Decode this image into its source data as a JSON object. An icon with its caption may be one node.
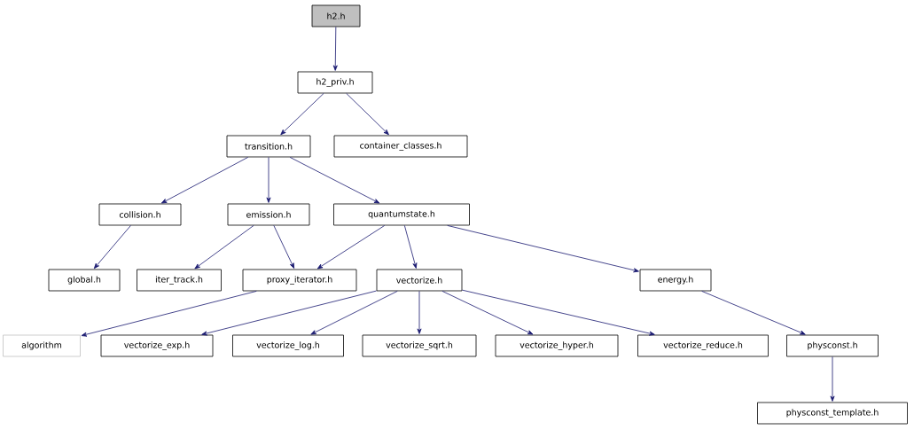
{
  "diagram": {
    "nodes": [
      {
        "text": [
          "h2.h"
        ]
      },
      {
        "text": [
          "h2_priv.h"
        ]
      },
      {
        "text": [
          "transition.h"
        ]
      },
      {
        "text": [
          "container_classes.h"
        ]
      },
      {
        "text": [
          "collision.h"
        ]
      },
      {
        "text": [
          "emission.h"
        ]
      },
      {
        "text": [
          "quantumstate.h"
        ]
      },
      {
        "text": [
          "global.h"
        ]
      },
      {
        "text": [
          "iter_track.h"
        ]
      },
      {
        "text": [
          "proxy_iterator.h"
        ]
      },
      {
        "text": [
          "vectorize.h"
        ]
      },
      {
        "text": [
          "energy.h"
        ]
      },
      {
        "text": [
          "algorithm"
        ]
      },
      {
        "text": [
          "vectorize_exp.h"
        ]
      },
      {
        "text": [
          "vectorize_log.h"
        ]
      },
      {
        "text": [
          "vectorize_sqrt.h"
        ]
      },
      {
        "text": [
          "vectorize_hyper.h"
        ]
      },
      {
        "text": [
          "vectorize_reduce.h"
        ]
      },
      {
        "text": [
          "physconst.h"
        ]
      },
      {
        "text": [
          "physconst_template.h"
        ]
      }
    ],
    "edges": [
      {
        "from": 0,
        "to": 1,
        "arrow": "to"
      },
      {
        "from": 1,
        "to": 2,
        "arrow": "to"
      },
      {
        "from": 1,
        "to": 3,
        "arrow": "to"
      },
      {
        "from": 2,
        "to": 4,
        "arrow": "to"
      },
      {
        "from": 2,
        "to": 5,
        "arrow": "to"
      },
      {
        "from": 2,
        "to": 6,
        "arrow": "to"
      },
      {
        "from": 4,
        "to": 7,
        "arrow": "to"
      },
      {
        "from": 5,
        "to": 8,
        "arrow": "to"
      },
      {
        "from": 5,
        "to": 9,
        "arrow": "to"
      },
      {
        "from": 6,
        "to": 9,
        "arrow": "to"
      },
      {
        "from": 6,
        "to": 10,
        "arrow": "to"
      },
      {
        "from": 6,
        "to": 11,
        "arrow": "to"
      },
      {
        "from": 9,
        "to": 12,
        "arrow": "to"
      },
      {
        "from": 10,
        "to": 13,
        "arrow": "to"
      },
      {
        "from": 10,
        "to": 14,
        "arrow": "to"
      },
      {
        "from": 10,
        "to": 15,
        "arrow": "to"
      },
      {
        "from": 10,
        "to": 16,
        "arrow": "to"
      },
      {
        "from": 10,
        "to": 17,
        "arrow": "to"
      },
      {
        "from": 11,
        "to": 18,
        "arrow": "to"
      },
      {
        "from": 18,
        "to": 19,
        "arrow": "to"
      }
    ]
  }
}
